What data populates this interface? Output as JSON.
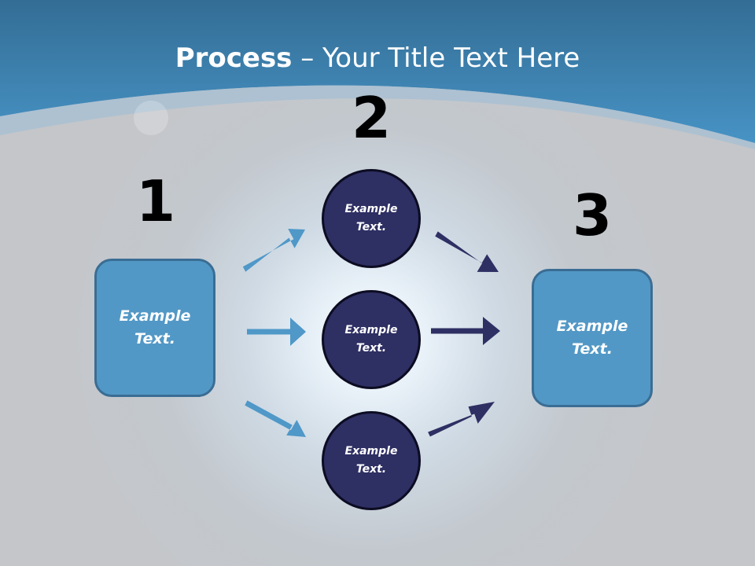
{
  "title": {
    "bold": "Process",
    "rest": " – Your Title Text Here"
  },
  "steps": [
    {
      "number": "1",
      "box": {
        "line1": "Example",
        "line2": "Text."
      }
    },
    {
      "number": "2",
      "circles": [
        {
          "line1": "Example",
          "line2": "Text."
        },
        {
          "line1": "Example",
          "line2": "Text."
        },
        {
          "line1": "Example",
          "line2": "Text."
        }
      ]
    },
    {
      "number": "3",
      "box": {
        "line1": "Example",
        "line2": "Text."
      }
    }
  ],
  "colors": {
    "header": "#3f8ec1",
    "box": "#5298c6",
    "circle": "#2e2f63",
    "arrow_light": "#4f98c8",
    "arrow_dark": "#2e2f63"
  }
}
